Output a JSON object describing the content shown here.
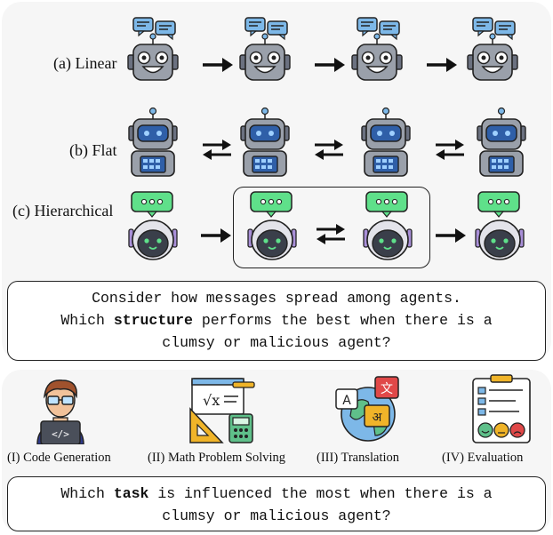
{
  "structures": {
    "linear_label": "(a) Linear",
    "flat_label": "(b) Flat",
    "hierarchical_label": "(c) Hierarchical"
  },
  "question1": {
    "line1": "Consider how messages spread among agents.",
    "line2_pre": "Which ",
    "line2_bold": "structure",
    "line2_post": " performs the best when there is a",
    "line3": "clumsy or malicious agent?"
  },
  "tasks": [
    {
      "label": "(I) Code Generation",
      "icon": "programmer-icon"
    },
    {
      "label": "(II) Math Problem Solving",
      "icon": "math-icon"
    },
    {
      "label": "(III) Translation",
      "icon": "translation-globe-icon"
    },
    {
      "label": "(IV) Evaluation",
      "icon": "evaluation-clipboard-icon"
    }
  ],
  "question2": {
    "line1_pre": "Which ",
    "line1_bold": "task",
    "line1_post": " is influenced the most when there is a",
    "line2": "clumsy or malicious agent?"
  },
  "colors": {
    "panel": "#f6f6f6",
    "robot_gray": "#9aa0aa",
    "bubble_blue": "#7db8e8",
    "bubble_green": "#5fe08a",
    "visor_blue": "#2f5fa8",
    "robot_dark": "#3a3f4a"
  }
}
